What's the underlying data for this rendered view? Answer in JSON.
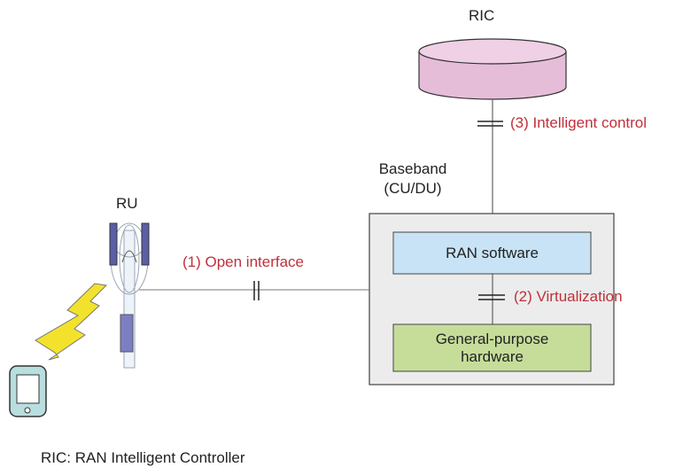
{
  "ric": {
    "label": "RIC"
  },
  "ru": {
    "label": "RU"
  },
  "baseband": {
    "title_line1": "Baseband",
    "title_line2": "(CU/DU)"
  },
  "ran_software": {
    "label": "RAN software"
  },
  "hardware": {
    "line1": "General-purpose",
    "line2": "hardware"
  },
  "links": {
    "open_interface": "(1) Open interface",
    "virtualization": "(2) Virtualization",
    "intelligent_control": "(3) Intelligent control"
  },
  "footnote": "RIC: RAN Intelligent Controller",
  "colors": {
    "ric_fill": "#e6bdd9",
    "ran_software_fill": "#c7e3f5",
    "hardware_fill": "#c6dd9a",
    "baseband_fill": "#ececec",
    "label_accent": "#c0303a",
    "lightning": "#f3e22c",
    "phone": "#b9dede"
  }
}
